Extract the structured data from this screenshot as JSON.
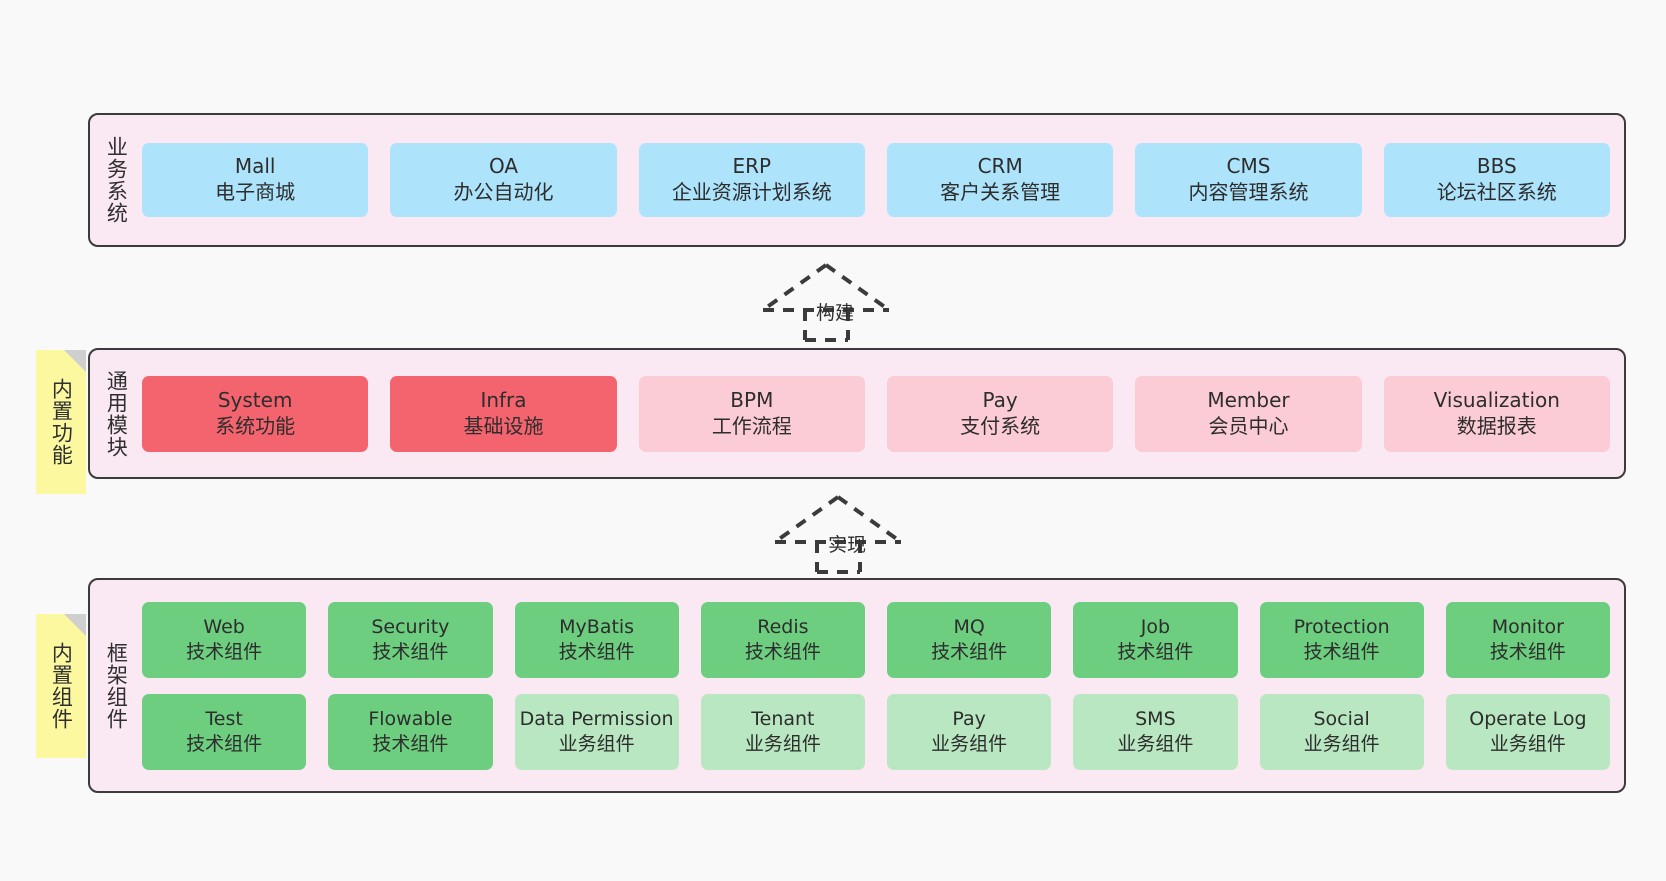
{
  "diagram": {
    "background_color": "#f9f9f9",
    "panel_background": "#fae8f3",
    "note_color": "#fbf8a0"
  },
  "panels": [
    {
      "id": "business-system",
      "label": "业务系统",
      "rows": [
        [
          {
            "title": "Mall",
            "subtitle": "电子商城",
            "color": "#ade3fb",
            "style": "c-blue"
          },
          {
            "title": "OA",
            "subtitle": "办公自动化",
            "color": "#ade3fb",
            "style": "c-blue"
          },
          {
            "title": "ERP",
            "subtitle": "企业资源计划系统",
            "color": "#ade3fb",
            "style": "c-blue"
          },
          {
            "title": "CRM",
            "subtitle": "客户关系管理",
            "color": "#ade3fb",
            "style": "c-blue"
          },
          {
            "title": "CMS",
            "subtitle": "内容管理系统",
            "color": "#ade3fb",
            "style": "c-blue"
          },
          {
            "title": "BBS",
            "subtitle": "论坛社区系统",
            "color": "#ade3fb",
            "style": "c-blue"
          }
        ]
      ]
    },
    {
      "id": "common-module",
      "label": "通用模块",
      "note": "内置功能",
      "rows": [
        [
          {
            "title": "System",
            "subtitle": "系统功能",
            "color": "#f4646e",
            "style": "c-red"
          },
          {
            "title": "Infra",
            "subtitle": "基础设施",
            "color": "#f4646e",
            "style": "c-red"
          },
          {
            "title": "BPM",
            "subtitle": "工作流程",
            "color": "#fcccd6",
            "style": "c-pink"
          },
          {
            "title": "Pay",
            "subtitle": "支付系统",
            "color": "#fcccd6",
            "style": "c-pink"
          },
          {
            "title": "Member",
            "subtitle": "会员中心",
            "color": "#fcccd6",
            "style": "c-pink"
          },
          {
            "title": "Visualization",
            "subtitle": "数据报表",
            "color": "#fcccd6",
            "style": "c-pink"
          }
        ]
      ]
    },
    {
      "id": "framework-component",
      "label": "框架组件",
      "note": "内置组件",
      "rows": [
        [
          {
            "title": "Web",
            "subtitle": "技术组件",
            "color": "#6dce80",
            "style": "c-green"
          },
          {
            "title": "Security",
            "subtitle": "技术组件",
            "color": "#6dce80",
            "style": "c-green"
          },
          {
            "title": "MyBatis",
            "subtitle": "技术组件",
            "color": "#6dce80",
            "style": "c-green"
          },
          {
            "title": "Redis",
            "subtitle": "技术组件",
            "color": "#6dce80",
            "style": "c-green"
          },
          {
            "title": "MQ",
            "subtitle": "技术组件",
            "color": "#6dce80",
            "style": "c-green"
          },
          {
            "title": "Job",
            "subtitle": "技术组件",
            "color": "#6dce80",
            "style": "c-green"
          },
          {
            "title": "Protection",
            "subtitle": "技术组件",
            "color": "#6dce80",
            "style": "c-green"
          },
          {
            "title": "Monitor",
            "subtitle": "技术组件",
            "color": "#6dce80",
            "style": "c-green"
          }
        ],
        [
          {
            "title": "Test",
            "subtitle": "技术组件",
            "color": "#6dce80",
            "style": "c-green"
          },
          {
            "title": "Flowable",
            "subtitle": "技术组件",
            "color": "#6dce80",
            "style": "c-green"
          },
          {
            "title": "Data Permission",
            "subtitle": "业务组件",
            "color": "#b9e7c1",
            "style": "c-lightgreen"
          },
          {
            "title": "Tenant",
            "subtitle": "业务组件",
            "color": "#b9e7c1",
            "style": "c-lightgreen"
          },
          {
            "title": "Pay",
            "subtitle": "业务组件",
            "color": "#b9e7c1",
            "style": "c-lightgreen"
          },
          {
            "title": "SMS",
            "subtitle": "业务组件",
            "color": "#b9e7c1",
            "style": "c-lightgreen"
          },
          {
            "title": "Social",
            "subtitle": "业务组件",
            "color": "#b9e7c1",
            "style": "c-lightgreen"
          },
          {
            "title": "Operate Log",
            "subtitle": "业务组件",
            "color": "#b9e7c1",
            "style": "c-lightgreen"
          }
        ]
      ]
    }
  ],
  "connectors": [
    {
      "id": "build",
      "label": "构建"
    },
    {
      "id": "implement",
      "label": "实现"
    }
  ]
}
